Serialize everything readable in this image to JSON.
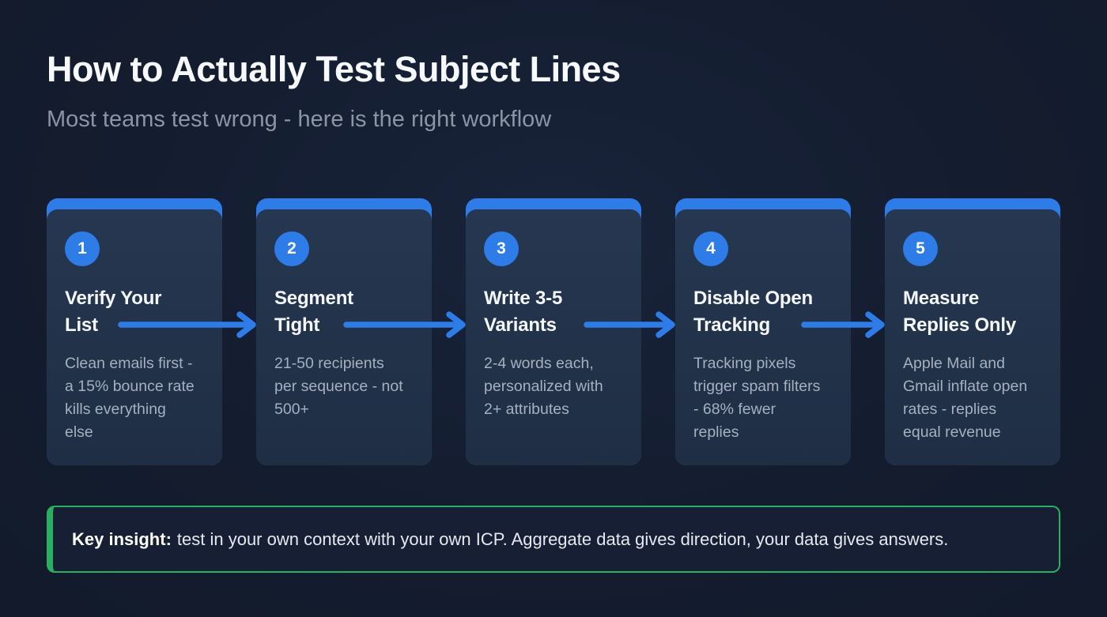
{
  "header": {
    "title": "How to Actually Test Subject Lines",
    "subtitle": "Most teams test wrong - here is the right workflow"
  },
  "accent_colors": {
    "blue": "#2d7ce8",
    "green": "#27b05f",
    "card_background": "#223249",
    "page_background": "#141d2f"
  },
  "steps": [
    {
      "number": "1",
      "title": "Verify Your List",
      "description": "Clean emails first - a 15% bounce rate kills everything else"
    },
    {
      "number": "2",
      "title": "Segment Tight",
      "description": "21-50 recipients per sequence - not 500+"
    },
    {
      "number": "3",
      "title": "Write 3-5 Variants",
      "description": "2-4 words each, personalized with 2+ attributes"
    },
    {
      "number": "4",
      "title": "Disable Open Tracking",
      "description": "Tracking pixels trigger spam filters - 68% fewer replies"
    },
    {
      "number": "5",
      "title": "Measure Replies Only",
      "description": "Apple Mail and Gmail inflate open rates - replies equal revenue"
    }
  ],
  "insight": {
    "label": "Key insight:",
    "text": "test in your own context with your own ICP. Aggregate data gives direction, your data gives answers."
  }
}
